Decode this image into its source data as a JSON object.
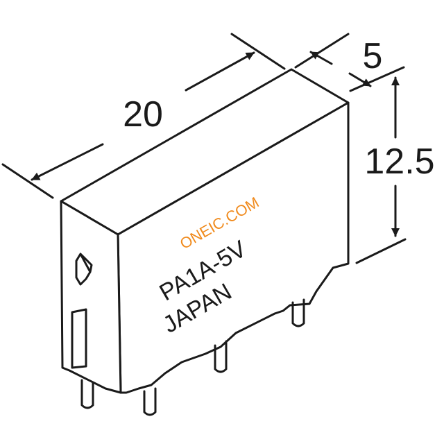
{
  "dimensions": {
    "length": "20",
    "depth": "5",
    "height": "12.5"
  },
  "labels": {
    "watermark": "ONEIC.COM",
    "part_number": "PA1A-5V",
    "origin": "JAPAN"
  },
  "colors": {
    "line": "#1a1a1a",
    "watermark": "#f08a1c"
  }
}
